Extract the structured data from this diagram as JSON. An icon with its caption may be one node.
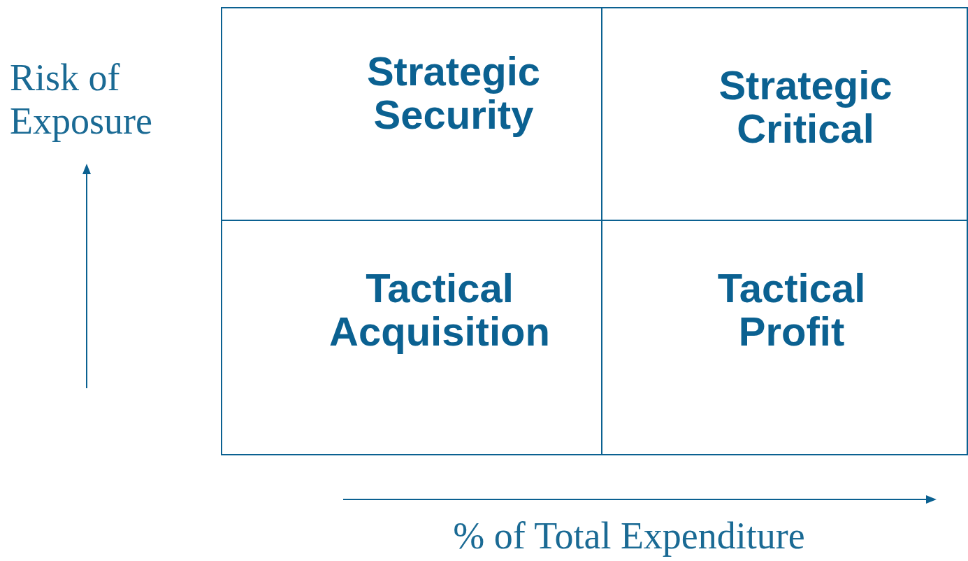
{
  "diagram": {
    "nodes": [
      {
        "text": [
          "Strategic Security"
        ]
      },
      {
        "text": [
          "Strategic Critical"
        ]
      },
      {
        "text": [
          "Tactical Acquisition"
        ]
      },
      {
        "text": [
          "Tactical Profit"
        ]
      }
    ],
    "labels": [
      "Risk of Exposure",
      "% of Total Expenditure"
    ]
  }
}
